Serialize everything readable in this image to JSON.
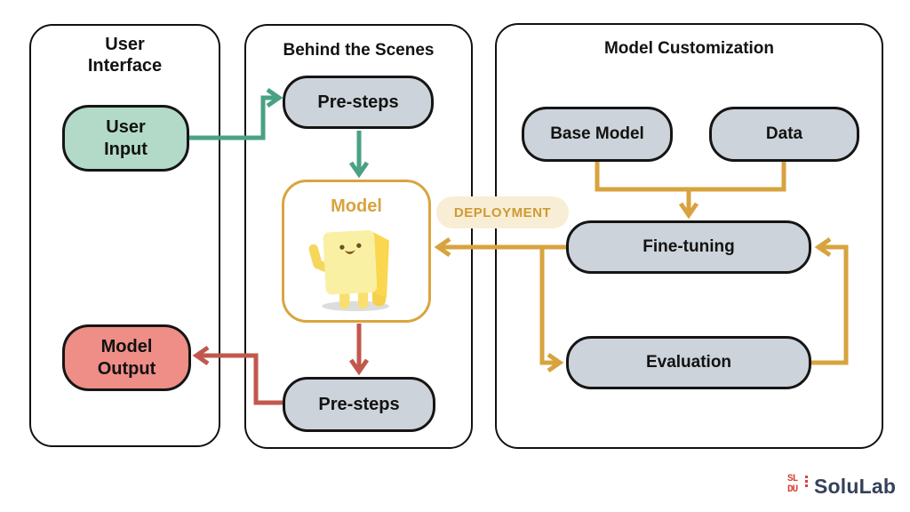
{
  "panels": {
    "user_interface": {
      "title": "User\nInterface"
    },
    "behind_scenes": {
      "title": "Behind the Scenes"
    },
    "model_customization": {
      "title": "Model Customization"
    }
  },
  "nodes": {
    "user_input": {
      "label": "User\nInput"
    },
    "model_output": {
      "label": "Model\nOutput"
    },
    "pre_steps_top": {
      "label": "Pre-steps"
    },
    "pre_steps_bottom": {
      "label": "Pre-steps"
    },
    "model": {
      "label": "Model"
    },
    "base_model": {
      "label": "Base Model"
    },
    "data": {
      "label": "Data"
    },
    "fine_tuning": {
      "label": "Fine-tuning"
    },
    "evaluation": {
      "label": "Evaluation"
    }
  },
  "labels": {
    "deployment": "DEPLOYMENT"
  },
  "logo": {
    "text": "SoluLab",
    "mark_top": "SL",
    "mark_bottom": "DU"
  },
  "colors": {
    "green_fill": "#b3dac8",
    "red_fill": "#ee8e86",
    "gray_fill": "#cdd3da",
    "gold": "#d8a33f",
    "green_arrow": "#4aa183",
    "red_arrow": "#c1584e",
    "pill_bg": "#f8eed6",
    "pill_text": "#cf9a31",
    "model_border": "#d9a53f",
    "logo_red": "#d9423a",
    "logo_navy": "#35415b"
  }
}
